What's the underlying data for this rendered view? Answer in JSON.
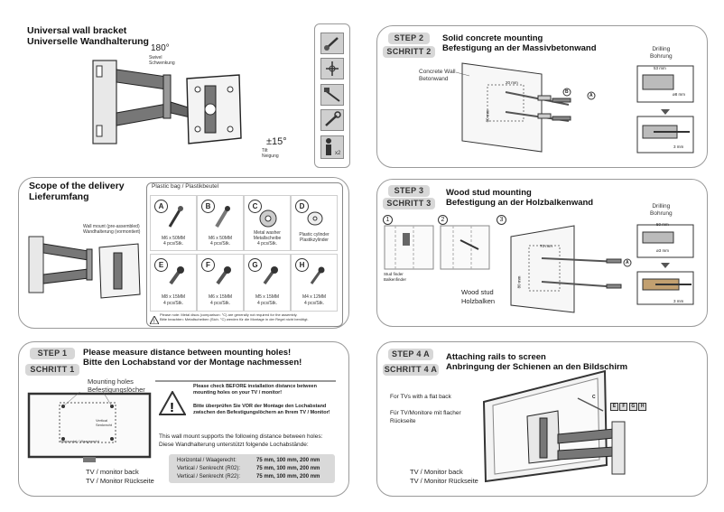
{
  "header": {
    "title_en": "Universal wall bracket",
    "title_de": "Universelle Wandhalterung",
    "swivel_deg": "180°",
    "swivel_en": "Swivel",
    "swivel_de": "Schwenkung",
    "tilt_deg": "±15°",
    "tilt_en": "Tilt",
    "tilt_de": "Neigung"
  },
  "tools": [
    "screwdriver-icon",
    "drill-bit-icon",
    "drill-icon",
    "wrench-icon",
    "person-icon"
  ],
  "scope": {
    "title_en": "Scope of the delivery",
    "title_de": "Lieferumfang",
    "wall_mount_en": "Wall mount (pre-assembled)",
    "wall_mount_de": "Wandhalterung (vormontiert)",
    "bag_label": "Plastic bag  /  Plastikbeutel",
    "parts": [
      {
        "letter": "A",
        "name": "M6 x 50MM",
        "qty": "4 pcs/Stk."
      },
      {
        "letter": "B",
        "name": "M6 x 50MM",
        "qty": "4 pcs/Stk."
      },
      {
        "letter": "C",
        "name": "Metal washer",
        "name2": "Metallscheibe",
        "qty": "4 pcs/Stk."
      },
      {
        "letter": "D",
        "name": "Plastic cylinder",
        "name2": "Plastikzylinder",
        "qty": ""
      },
      {
        "letter": "E",
        "name": "M8 x 15MM",
        "qty": "4 pcs/Stk."
      },
      {
        "letter": "F",
        "name": "M6 x 15MM",
        "qty": "4 pcs/Stk."
      },
      {
        "letter": "G",
        "name": "M5 x 15MM",
        "qty": "4 pcs/Stk."
      },
      {
        "letter": "H",
        "name": "M4 x 12MM",
        "qty": "4 pcs/Stk."
      }
    ],
    "note_en": "Please note: Metal discs (comparison: °C) are generally not required for the assembly.",
    "note_de": "Bitte beachten: Metallscheiben (Sich. °C) werden für die Montage in der Regel nicht benötigt."
  },
  "step1": {
    "tag_en": "STEP 1",
    "tag_de": "SCHRITT 1",
    "title_en": "Please measure distance between mounting holes!",
    "title_de": "Bitte den Lochabstand vor der Montage nachmessen!",
    "holes_en": "Mounting holes",
    "holes_de": "Befestigungslöcher",
    "vertical_en": "Vertical",
    "vertical_de": "Senkrecht",
    "horizontal": "Horizontal / Waagerecht",
    "tv_back_en": "TV / monitor back",
    "tv_back_de": "TV / Monitor Rückseite",
    "warn_en": "Please check BEFORE installation distance between mounting holes on your TV / monitor!",
    "warn_de": "Bitte überprüfen Sie VOR der Montage den Lochabstand zwischen den Befestigungslöchern an Ihrem TV / Monitor!",
    "supports_en": "This wall mount supports the following distance between holes:",
    "supports_de": "Diese Wandhalterung unterstützt folgende Lochabstände:",
    "rows": [
      {
        "label": "Horizontal / Waagerecht:",
        "value": "75 mm, 100 mm, 200 mm"
      },
      {
        "label": "Vertical / Senkrecht (R02):",
        "value": "75 mm, 100 mm, 200 mm"
      },
      {
        "label": "Vertical / Senkrecht (R22):",
        "value": "75 mm, 100 mm, 200 mm"
      }
    ]
  },
  "step2": {
    "tag_en": "STEP 2",
    "tag_de": "SCHRITT 2",
    "title_en": "Solid concrete mounting",
    "title_de": "Befestigung an der Massivbetonwand",
    "wall_en": "Concrete Wall",
    "wall_de": "Betonwand",
    "dim_h": "20 mm",
    "dim_v": "60 mm",
    "drilling_en": "Drilling",
    "drilling_de": "Bohrung",
    "depth": "53 mm",
    "diameter": "ø8 mm",
    "gap": "3 mm",
    "label_b": "B",
    "label_a": "A"
  },
  "step3": {
    "tag_en": "STEP 3",
    "tag_de": "SCHRITT 3",
    "title_en": "Wood stud mounting",
    "title_de": "Befestigung an der Holzbalkenwand",
    "finder_en": "Stud finder",
    "finder_de": "Balkenfinder",
    "stud_en": "Wood stud",
    "stud_de": "Holzbalken",
    "dim_h": "70 mm",
    "dim_v": "80 mm",
    "drilling_en": "Drilling",
    "drilling_de": "Bohrung",
    "depth": "50 mm",
    "diameter": "ø3 mm",
    "gap": "3 mm",
    "nums": [
      "1",
      "2",
      "3"
    ],
    "label_a": "A"
  },
  "step4": {
    "tag_en": "STEP 4 A",
    "tag_de": "SCHRITT 4 A",
    "title_en": "Attaching rails to screen",
    "title_de": "Anbringung der Schienen an den Bildschirm",
    "flat_en": "For TVs with a flat back",
    "flat_de": "Für TV/Monitore mit flacher Rückseite",
    "tv_back_en": "TV / Monitor back",
    "tv_back_de": "TV / Monitor Rückseite",
    "label_c": "C",
    "parts": [
      "E",
      "F",
      "G",
      "H"
    ]
  },
  "colors": {
    "panel_border": "#9a9a9a",
    "tag_bg": "#d7d7d7",
    "toolbox_bg": "#cfcfcf",
    "bracket_dark": "#555555"
  }
}
